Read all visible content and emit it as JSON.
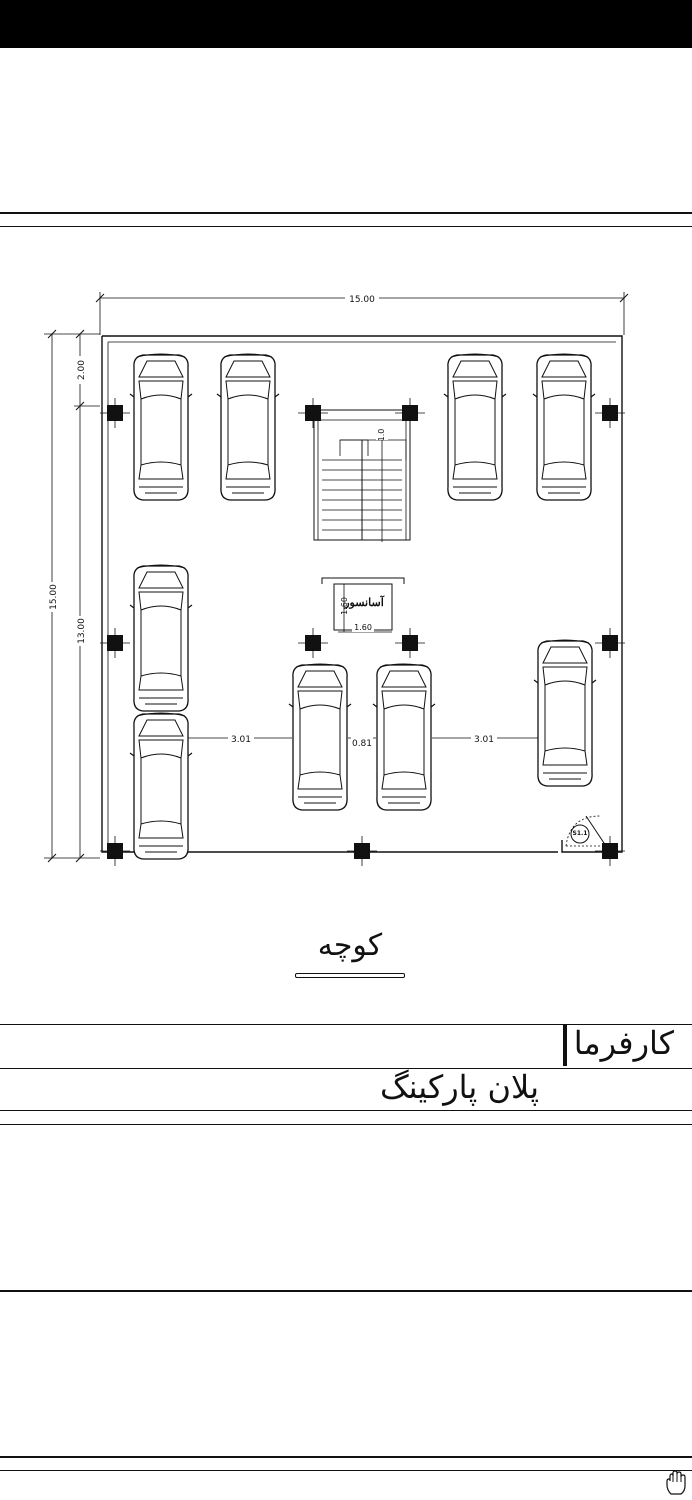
{
  "plan": {
    "dims": {
      "top_width": "15.00",
      "left_outer": "15.00",
      "left_inner": "13.00",
      "left_top": "2.00",
      "stair_small": "1.0",
      "gap_left": "3.01",
      "gap_mid": "0.81",
      "gap_right": "3.01",
      "elev_h": "1.60",
      "elev_w": "1.60",
      "door_tag": "S1.1"
    },
    "elevator_label": "آسانسور"
  },
  "street_label": "کوچه",
  "client_label": "کارفرما",
  "sheet_title": "پلان پارکینگ",
  "icons": {
    "cursor": "hand-cursor-icon"
  }
}
